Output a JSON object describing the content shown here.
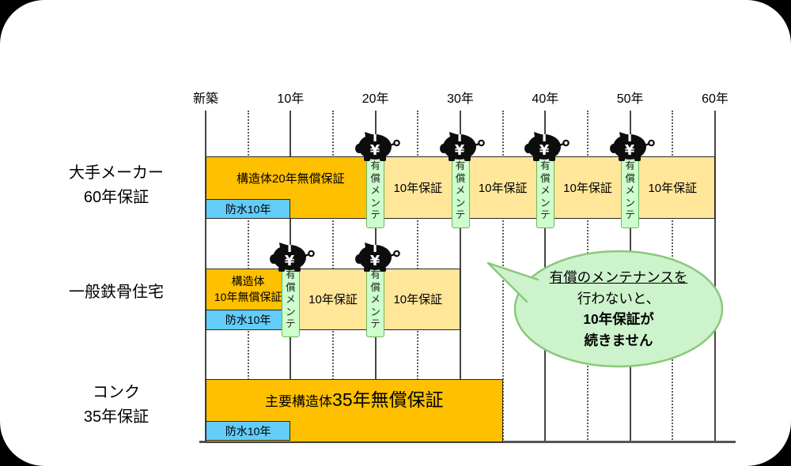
{
  "colors": {
    "page_background": "#000000",
    "canvas_background": "#ffffff",
    "dark_bar": "#FFC000",
    "light_bar": "#FFE699",
    "waterproof_bar": "#63CCF8",
    "bar_border": "#262626",
    "marker_fill": "#CCFFCC",
    "marker_border": "#74B35C",
    "callout_fill": "#CDF3CD",
    "callout_border": "#8CC87A",
    "grid_solid": "#474747",
    "grid_dotted": "#5a5a5a",
    "baseline": "#555555",
    "pig": "#0d0d0d",
    "text": "#000000"
  },
  "chart_data": {
    "type": "bar",
    "subtype": "gantt-warranty-timeline",
    "title": "",
    "xlabel": "",
    "ylabel": "",
    "xlim_years": [
      0,
      60
    ],
    "x_ticks": [
      {
        "label": "新築",
        "year": 0
      },
      {
        "label": "10年",
        "year": 10
      },
      {
        "label": "20年",
        "year": 20
      },
      {
        "label": "30年",
        "year": 30
      },
      {
        "label": "40年",
        "year": 40
      },
      {
        "label": "50年",
        "year": 50
      },
      {
        "label": "60年",
        "year": 60
      }
    ],
    "x_minor_grid_years": [
      5,
      15,
      25,
      35,
      45,
      55
    ],
    "rows": [
      {
        "id": "major-maker",
        "label_lines": [
          "大手メーカー",
          "60年保証"
        ],
        "main_bars": [
          {
            "text": "構造体20年無償保証",
            "start": 0,
            "end": 20,
            "style": "dark"
          },
          {
            "text": "10年保証",
            "start": 20,
            "end": 30,
            "style": "light"
          },
          {
            "text": "10年保証",
            "start": 30,
            "end": 40,
            "style": "light"
          },
          {
            "text": "10年保証",
            "start": 40,
            "end": 50,
            "style": "light"
          },
          {
            "text": "10年保証",
            "start": 50,
            "end": 60,
            "style": "light"
          }
        ],
        "sub_bar": {
          "text": "防水10年",
          "start": 0,
          "end": 10
        },
        "paid_maintenance_years": [
          20,
          30,
          40,
          50
        ]
      },
      {
        "id": "steel-house",
        "label_lines": [
          "一般鉄骨住宅"
        ],
        "main_bars": [
          {
            "text_lines": [
              "構造体",
              "10年無償保証"
            ],
            "start": 0,
            "end": 10,
            "style": "dark"
          },
          {
            "text": "10年保証",
            "start": 10,
            "end": 20,
            "style": "light"
          },
          {
            "text": "10年保証",
            "start": 20,
            "end": 30,
            "style": "light"
          }
        ],
        "sub_bar": {
          "text": "防水10年",
          "start": 0,
          "end": 10
        },
        "paid_maintenance_years": [
          10,
          20
        ]
      },
      {
        "id": "concrete",
        "label_lines": [
          "コンク",
          "35年保証"
        ],
        "main_bars": [
          {
            "text_prefix": "主要構造体",
            "text": "35年無償保証",
            "start": 0,
            "end": 35,
            "style": "dark"
          }
        ],
        "sub_bar": {
          "text": "防水10年",
          "start": 0,
          "end": 10
        },
        "paid_maintenance_years": []
      }
    ],
    "maintenance_marker": {
      "label": "有償メンテ",
      "currency_symbol": "¥",
      "icon": "piggy-bank-yen-icon"
    },
    "callout": {
      "lines": [
        {
          "text": "有償のメンテナンスを",
          "underline": true,
          "bold": false
        },
        {
          "text": "行わないと、",
          "underline": false,
          "bold": false
        },
        {
          "text": "10年保証が",
          "underline": false,
          "bold": true
        },
        {
          "text": "続きません",
          "underline": false,
          "bold": true
        }
      ]
    }
  }
}
